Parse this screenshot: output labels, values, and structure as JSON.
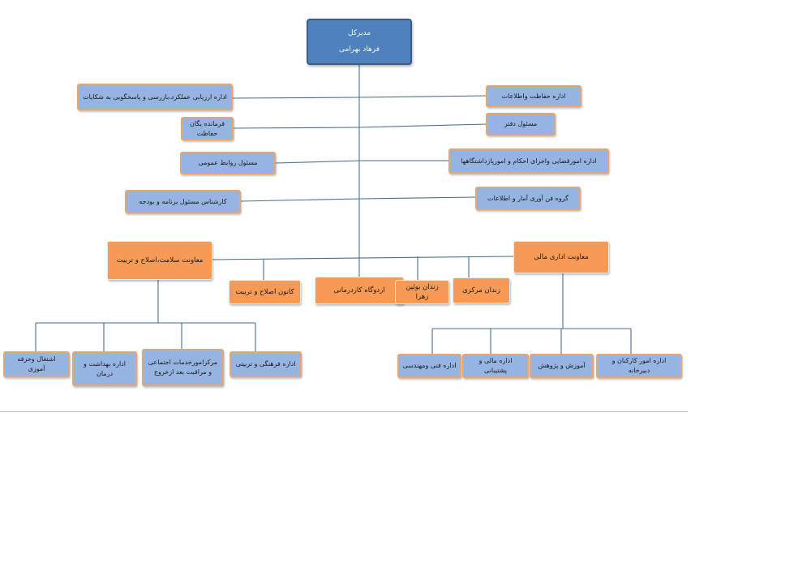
{
  "top": {
    "title": "مدیرکل",
    "name": "فرهاد بهرامی"
  },
  "nodes": {
    "maintenance": "اداره حفاظت واطلاعات",
    "evaluation": "اداره ارزیابی عملکرد،بازرسی و پاسخگویی به شکایات",
    "office_head": "مسئول دفتر",
    "guard_commander": "فرمانده یگان حفاظت",
    "judicial": "اداره امورقضایی واجرای احکام و امورپازداشتگاهها",
    "public_relations": "مسئول روابط عمومی",
    "it_group": "گروه فن آوری آمار و اطلاعات",
    "planning": "کارشناس مسئول برنامه و بودجه",
    "deputy_health": "معاونت سلامت،اصلاح و تربیت",
    "deputy_admin": "معاونت اداری مالی",
    "reform_center": "کانون اصلاح و تربیت",
    "labor_camp": "اردوگاه کاردرمانی",
    "women_prison": "زندان بوئین زهرا",
    "central_prison": "زندان مرکزی",
    "vocational": "اشتغال وحرفه آموزی",
    "health_dept": "اداره بهداشت و درمان",
    "social_services": "مرکزامورخدمات اجتماعی و مراقبت بعد ازخروج",
    "cultural": "اداره فرهنگی و تربیتی",
    "technical": "اداره فنی ومهندسی",
    "finance": "اداره مالی و پشتیبانی",
    "training": "آموزش و پژوهش",
    "staff_affairs": "اداره امور کارکنان و دبیرخانه"
  },
  "colors": {
    "line": "#4a6f8a",
    "blue_box": "#96b4e2",
    "orange_box": "#f79a56",
    "top_box": "#4f81bd"
  }
}
